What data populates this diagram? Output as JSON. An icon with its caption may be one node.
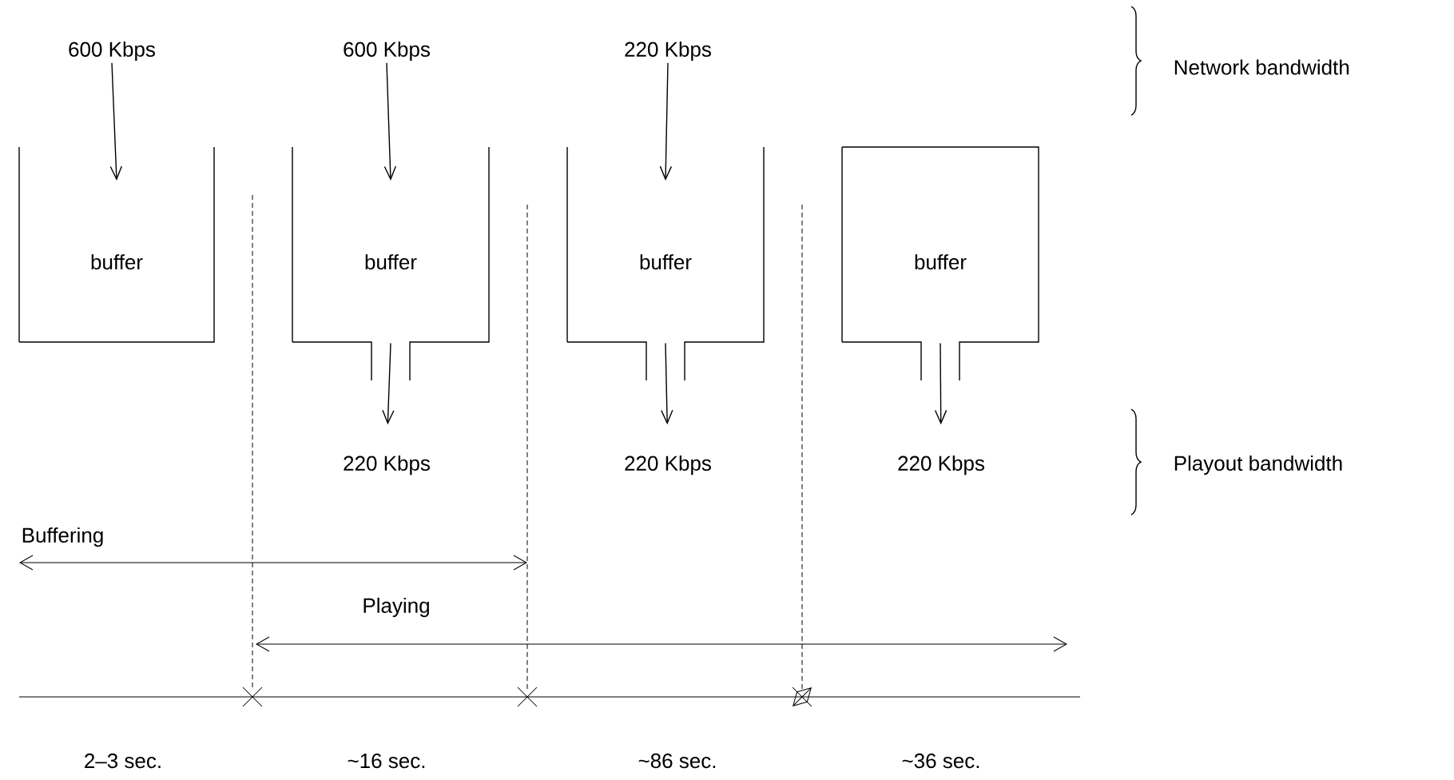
{
  "diagram": {
    "nodes": [
      {
        "text": [
          "600 Kbps"
        ]
      },
      {
        "text": [
          "600 Kbps"
        ]
      },
      {
        "text": [
          "220 Kbps"
        ]
      },
      {
        "text": [
          "buffer"
        ]
      },
      {
        "text": [
          "buffer"
        ]
      },
      {
        "text": [
          "buffer"
        ]
      },
      {
        "text": [
          "buffer"
        ]
      },
      {
        "text": [
          "220 Kbps"
        ]
      },
      {
        "text": [
          "220 Kbps"
        ]
      },
      {
        "text": [
          "220 Kbps"
        ]
      }
    ],
    "edges": [
      {
        "from": 0,
        "to": 3,
        "arrow": "to"
      },
      {
        "from": 1,
        "to": 4,
        "arrow": "to"
      },
      {
        "from": 2,
        "to": 5,
        "arrow": "to"
      },
      {
        "from": 4,
        "to": 7,
        "arrow": "to"
      },
      {
        "from": 5,
        "to": 8,
        "arrow": "to"
      },
      {
        "from": 6,
        "to": 9,
        "arrow": "to"
      }
    ],
    "labels": [
      "Network bandwidth",
      "Playout bandwidth",
      "Buffering",
      "Playing",
      "2–3 sec.",
      "~16 sec.",
      "~86 sec.",
      "~36 sec."
    ]
  }
}
